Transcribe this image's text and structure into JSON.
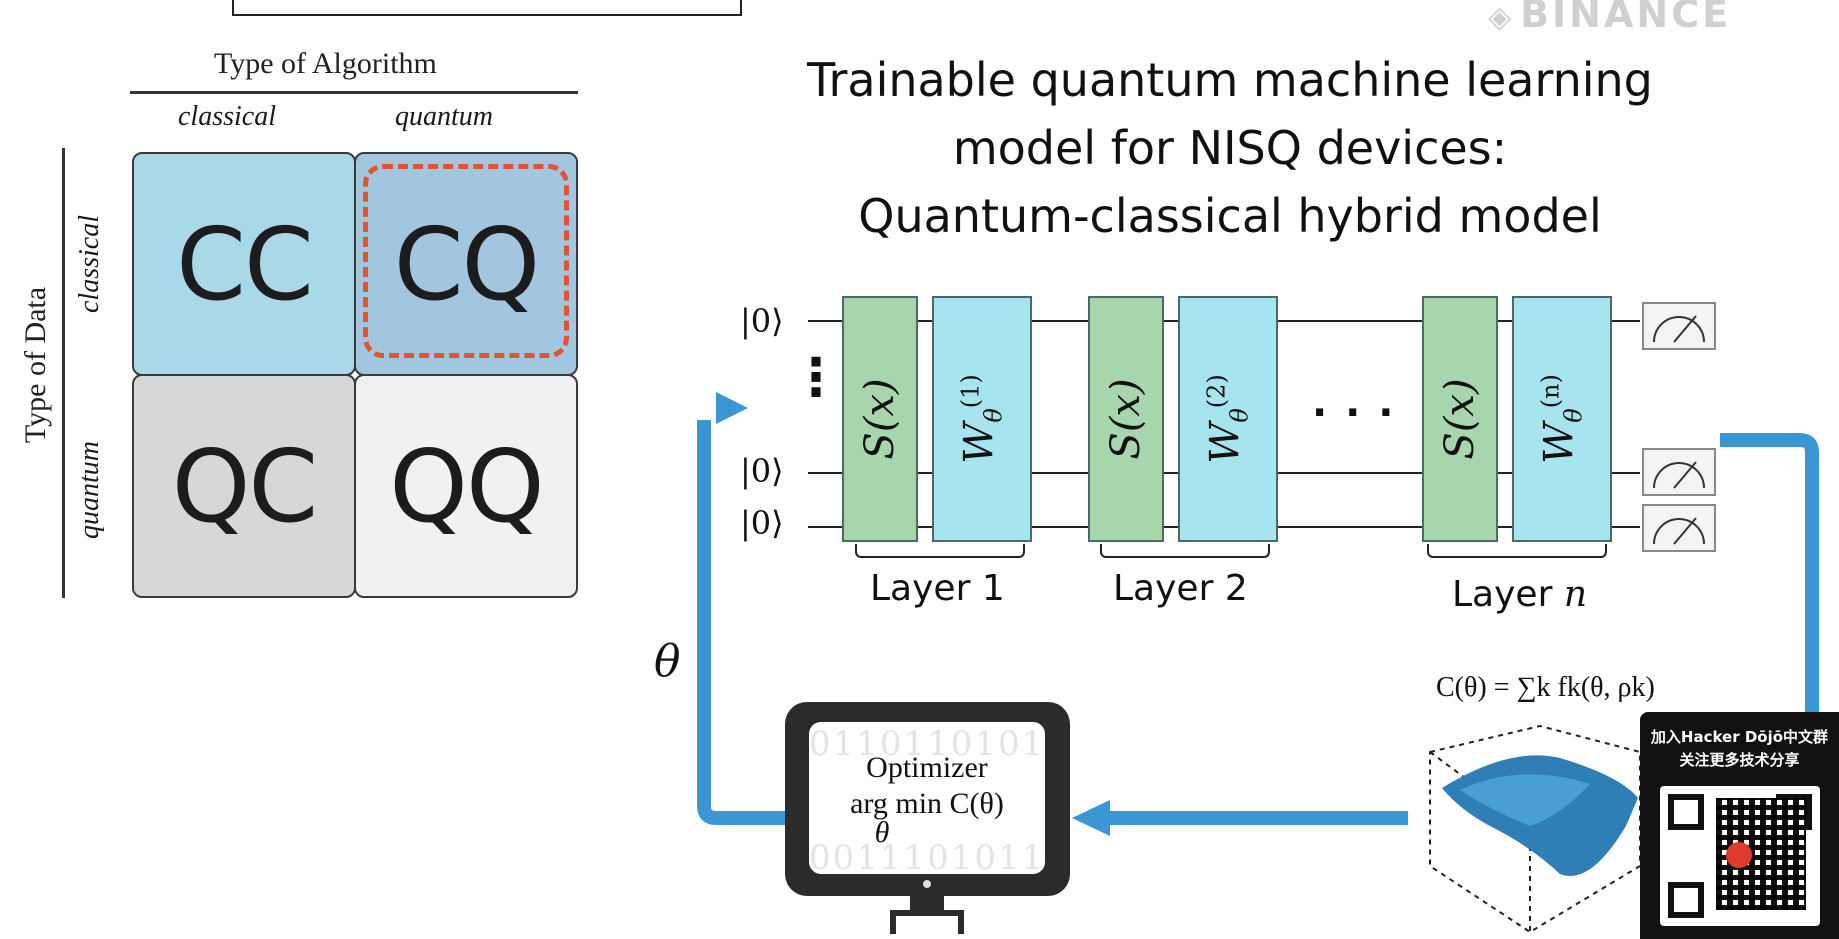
{
  "quadrant": {
    "col_header": "Type of Algorithm",
    "row_header": "Type of Data",
    "col_labels": [
      "classical",
      "quantum"
    ],
    "row_labels": [
      "classical",
      "quantum"
    ],
    "cells": [
      "CC",
      "CQ",
      "QC",
      "QQ"
    ],
    "colors": {
      "cc": "#a9d8e6",
      "cq": "#a2c6e0",
      "qc": "#d7d7d7",
      "qq": "#f1f1f1",
      "highlight": "#e0542e"
    }
  },
  "title_lines": [
    "Trainable quantum machine learning",
    "model for NISQ devices:",
    "Quantum-classical hybrid model"
  ],
  "circuit": {
    "kets": [
      "|0⟩",
      "|0⟩",
      "|0⟩"
    ],
    "ellipsis_vertical": "⋮",
    "ellipsis_horizontal": "· · ·",
    "layers": [
      {
        "s_label": "S(x)",
        "w_label": "W",
        "w_sup": "(1)",
        "w_sub": "θ",
        "name": "Layer 1"
      },
      {
        "s_label": "S(x)",
        "w_label": "W",
        "w_sup": "(2)",
        "w_sub": "θ",
        "name": "Layer 2"
      },
      {
        "s_label": "S(x)",
        "w_label": "W",
        "w_sup": "(n)",
        "w_sub": "θ",
        "name_prefix": "Layer ",
        "name_var": "n"
      }
    ]
  },
  "theta_label": "θ",
  "cost_formula": "C(θ) = ∑k fk(θ, ρk)",
  "optimizer": {
    "line1": "Optimizer",
    "line2": "arg min C(θ)",
    "line3": "θ",
    "bits_top": "0110110101",
    "bits_bottom": "0011101011"
  },
  "watermark": {
    "brand": "BINANCE",
    "qr_line1": "加入Hacker Dōjō中文群",
    "qr_line2": "关注更多技术分享"
  }
}
